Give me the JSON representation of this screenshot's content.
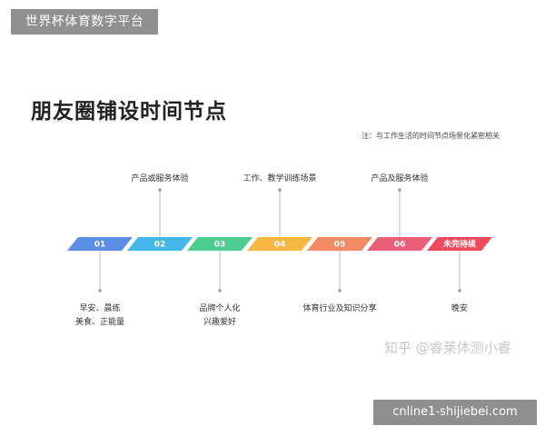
{
  "header": {
    "banner": "世界杯体育数字平台"
  },
  "main": {
    "title": "朋友圈铺设时间节点",
    "note": "注：与工作生活的时间节点场景化紧密相关"
  },
  "timeline": {
    "steps": [
      {
        "label": "01",
        "color": "#5b8ee6",
        "caption": [
          "早安、晨练",
          "美食、正能量"
        ],
        "caption_position": "below"
      },
      {
        "label": "02",
        "color": "#43b8e8",
        "caption": [
          "产品或服务体验"
        ],
        "caption_position": "above"
      },
      {
        "label": "03",
        "color": "#4ccc8f",
        "caption": [
          "品牌个人化",
          "兴趣爱好"
        ],
        "caption_position": "below"
      },
      {
        "label": "04",
        "color": "#f7b843",
        "caption": [
          "工作、教学训练场景"
        ],
        "caption_position": "above"
      },
      {
        "label": "05",
        "color": "#f38a63",
        "caption": [
          "体育行业及知识分享"
        ],
        "caption_position": "below"
      },
      {
        "label": "06",
        "color": "#ec5f78",
        "caption": [
          "产品及服务体验"
        ],
        "caption_position": "above"
      },
      {
        "label": "未完待续",
        "color": "#ef4a5c",
        "caption": [
          "晚安"
        ],
        "caption_position": "below"
      }
    ]
  },
  "watermark": {
    "text": "知乎 @睿莱体测小睿"
  },
  "footer": {
    "banner": "cnline1-shijiebei.com"
  }
}
